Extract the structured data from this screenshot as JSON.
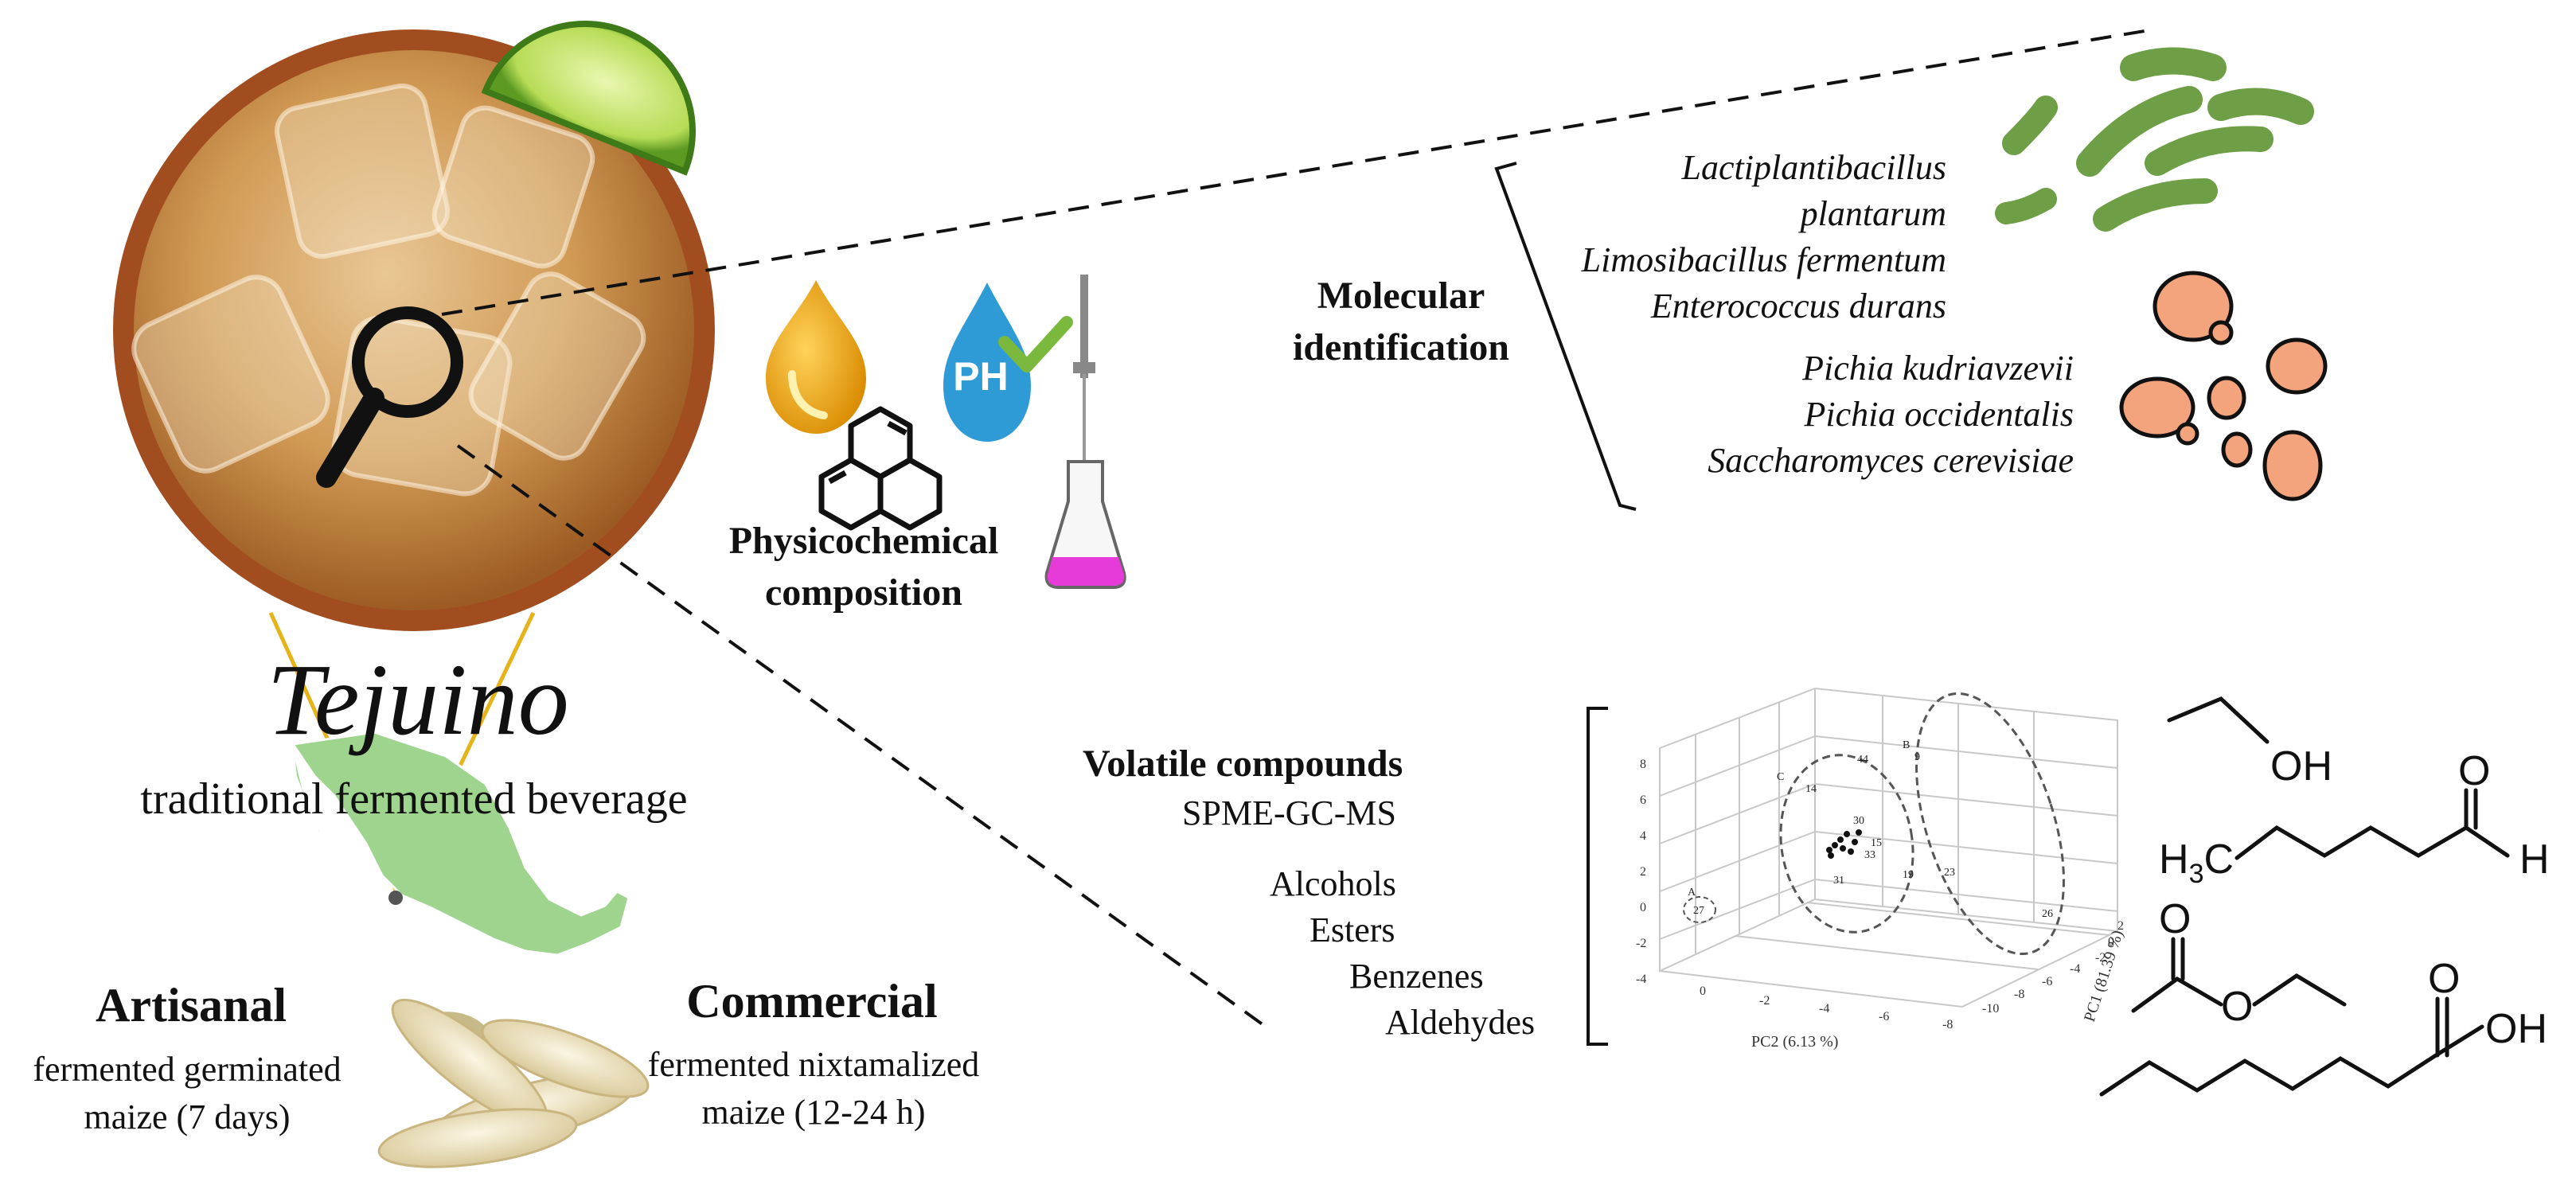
{
  "beverage": {
    "name": "Tejuino",
    "subtitle": "traditional fermented beverage"
  },
  "physicochemical": {
    "label_line1": "Physicochemical",
    "label_line2": "composition",
    "ph_text": "PH"
  },
  "molecular": {
    "label_line1": "Molecular",
    "label_line2": "identification",
    "bacteria": [
      "Lactiplantibacillus",
      "plantarum",
      "Limosibacillus fermentum",
      "Enterococcus durans"
    ],
    "yeasts": [
      "Pichia kudriavzevii",
      "Pichia occidentalis",
      "Saccharomyces cerevisiae"
    ]
  },
  "volatile": {
    "title": "Volatile compounds",
    "method": "SPME-GC-MS",
    "classes": [
      "Alcohols",
      "Esters",
      "Benzenes",
      "Aldehydes"
    ]
  },
  "pca_plot": {
    "xaxis_label": "PC2 (6.13 %)",
    "yaxis_label": "PC1 (81.39 %)",
    "z_ticks": [
      "8",
      "6",
      "4",
      "2",
      "0",
      "-2",
      "-4"
    ],
    "x_ticks": [
      "0",
      "-2",
      "-4",
      "-6",
      "-8"
    ],
    "y_ticks": [
      "2",
      "0",
      "-2",
      "-4",
      "-6",
      "-8",
      "-10"
    ],
    "groups": [
      "A",
      "B",
      "C"
    ],
    "point_labels": [
      "27",
      "14",
      "44",
      "30",
      "15",
      "33",
      "19",
      "31",
      "23",
      "9",
      "26"
    ]
  },
  "artisanal": {
    "title": "Artisanal",
    "line1": "fermented germinated",
    "line2": "maize (7 days)"
  },
  "commercial": {
    "title": "Commercial",
    "line1": "fermented nixtamalized",
    "line2": "maize (12-24 h)"
  },
  "molecules": {
    "ethanol_label": "OH",
    "hexanal_ch3": "H3C",
    "hexanal_o": "O",
    "hexanal_h": "H",
    "ester_o1": "O",
    "ester_o2": "O",
    "acid_o": "O",
    "acid_oh": "OH"
  },
  "colors": {
    "bacteria_green": "#6e9e45",
    "yeast_orange": "#f4a47c",
    "oil_gold": "#e8a20f",
    "ph_blue": "#2f9bd6",
    "check_green": "#7ab93d",
    "flask_magenta": "#e63bd9",
    "map_green": "#9fd48f",
    "rim_red": "#b55a2a",
    "tejuino_amber": "#c98a3a"
  }
}
